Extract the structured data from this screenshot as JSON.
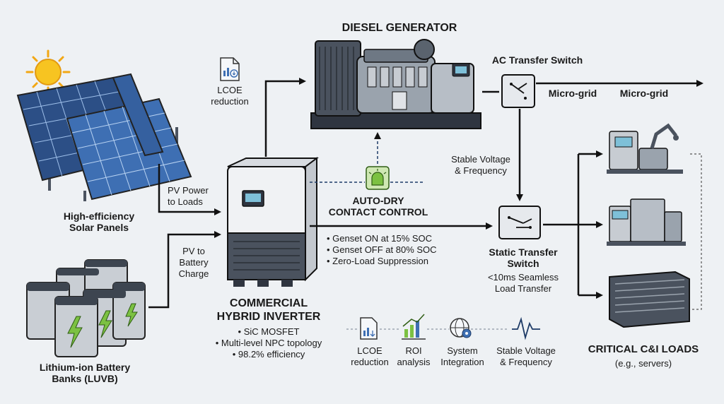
{
  "title": "DIESEL GENERATOR",
  "solar": {
    "label": "High-efficiency\nSolar Panels"
  },
  "battery": {
    "label": "Lithium-ion Battery\nBanks (LUVB)"
  },
  "flows": {
    "pv_loads": "PV Power\nto Loads",
    "pv_battery": "PV to\nBattery\nCharge"
  },
  "lcoe_top": {
    "label": "LCOE\nreduction"
  },
  "inverter": {
    "title": "COMMERCIAL\nHYBRID INVERTER",
    "features": [
      "• SiC MOSFET",
      "• Multi-level NPC topology",
      "• 98.2% efficiency"
    ]
  },
  "dry_contact": {
    "label": "AUTO-DRY\nCONTACT CONTROL"
  },
  "genset_control": [
    "• Genset ON at 15% SOC",
    "• Genset OFF at 80% SOC",
    "• Zero-Load Suppression"
  ],
  "ats": {
    "label": "AC Transfer Switch"
  },
  "microgrid": {
    "label_1": "Micro-grid",
    "label_2": "Micro-grid"
  },
  "stable_vf": {
    "label": "Stable Voltage\n& Frequency"
  },
  "sts": {
    "title": "Static Transfer\nSwitch",
    "subtitle": "<10ms Seamless\nLoad Transfer"
  },
  "loads": {
    "title": "CRITICAL C&I LOADS",
    "subtitle": "(e.g., servers)"
  },
  "benefits": [
    {
      "label": "LCOE\nreduction",
      "icon": "document-chart-icon"
    },
    {
      "label": "ROI\nanalysis",
      "icon": "bar-chart-icon"
    },
    {
      "label": "System\nIntegration",
      "icon": "globe-gear-icon"
    },
    {
      "label": "Stable Voltage\n& Frequency",
      "icon": "waveform-icon"
    }
  ],
  "colors": {
    "background": "#eef1f4",
    "panel_blue": "#3e6fb3",
    "green_accent": "#7cc142",
    "sun_yellow": "#f7c421",
    "steel_gray": "#8f98a3",
    "line": "#111111"
  }
}
